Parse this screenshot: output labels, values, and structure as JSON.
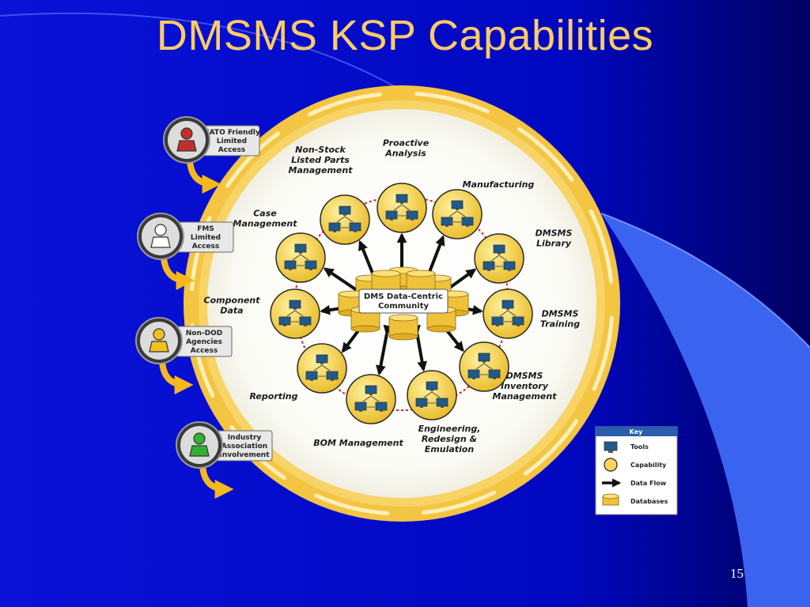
{
  "slide": {
    "title": "DMSMS KSP Capabilities",
    "page_number": "15"
  },
  "colors": {
    "background": "#0008c8",
    "title": "#ffcc66",
    "ring": "#f4c542",
    "capability_fill": "#f7d65a",
    "swoosh": "#4a6cf0"
  },
  "hub": {
    "line1": "DMS Data-Centric",
    "line2": "Community"
  },
  "capabilities": [
    {
      "lines": [
        "Proactive",
        "Analysis"
      ]
    },
    {
      "lines": [
        "Manufacturing"
      ]
    },
    {
      "lines": [
        "DMSMS",
        "Library"
      ]
    },
    {
      "lines": [
        "DMSMS",
        "Training"
      ]
    },
    {
      "lines": [
        "DMSMS",
        "Inventory",
        "Management"
      ]
    },
    {
      "lines": [
        "Engineering,",
        "Redesign &",
        "Emulation"
      ]
    },
    {
      "lines": [
        "BOM Management"
      ]
    },
    {
      "lines": [
        "Reporting"
      ]
    },
    {
      "lines": [
        "Component",
        "Data"
      ]
    },
    {
      "lines": [
        "Case",
        "Management"
      ]
    },
    {
      "lines": [
        "Non-Stock",
        "Listed Parts",
        "Management"
      ]
    }
  ],
  "access_levels": [
    {
      "lines": [
        "NATO Friendly",
        "Limited",
        "Access"
      ],
      "user_color": "#c0302a"
    },
    {
      "lines": [
        "FMS",
        "Limited",
        "Access"
      ],
      "user_color": "#ffffff"
    },
    {
      "lines": [
        "Non-DOD",
        "Agencies",
        "Access"
      ],
      "user_color": "#f2c21a"
    },
    {
      "lines": [
        "Industry",
        "Association",
        "Involvement"
      ],
      "user_color": "#32b030"
    }
  ],
  "key": {
    "title": "Key",
    "items": [
      {
        "label": "Tools",
        "icon": "monitor-icon"
      },
      {
        "label": "Capability",
        "icon": "yellow-circle-icon"
      },
      {
        "label": "Data Flow",
        "icon": "arrow-icon"
      },
      {
        "label": "Databases",
        "icon": "database-cylinder-icon"
      }
    ]
  }
}
